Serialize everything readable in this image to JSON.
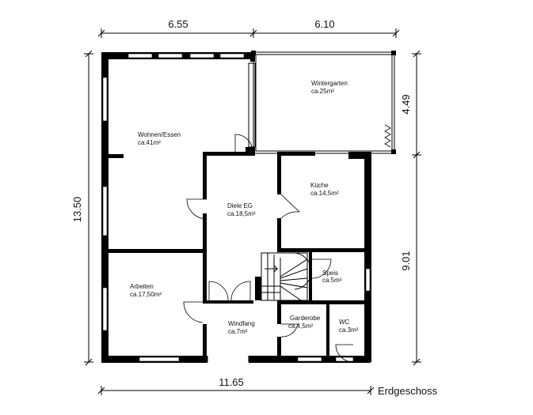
{
  "dimensions": {
    "top_left": "6.55",
    "top_right": "6.10",
    "left": "13.50",
    "right_upper": "4.49",
    "right_lower": "9.01",
    "bottom": "11.65"
  },
  "floor_label": "Erdgeschoss",
  "rooms": [
    {
      "name": "Wintergarten",
      "area": "ca.25m²"
    },
    {
      "name": "Wohnen/Essen",
      "area": "ca.41m²"
    },
    {
      "name": "Küche",
      "area": "ca.14,5m²"
    },
    {
      "name": "Diele EG",
      "area": "ca.18,5m²"
    },
    {
      "name": "Arbeiten",
      "area": "ca.17,50m²"
    },
    {
      "name": "Speis",
      "area": "ca.5m²"
    },
    {
      "name": "Windfang",
      "area": "ca.7m²"
    },
    {
      "name": "Garderobe",
      "area": "ca.4,5m²"
    },
    {
      "name": "WC",
      "area": "ca.3m²"
    }
  ]
}
